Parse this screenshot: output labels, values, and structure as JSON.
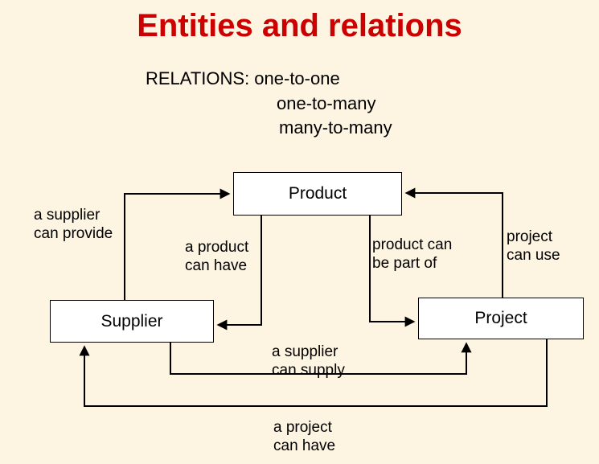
{
  "title": "Entities and relations",
  "relations": {
    "line1": "RELATIONS: one-to-one",
    "line2": "one-to-many",
    "line3": "many-to-many"
  },
  "entities": {
    "product": "Product",
    "supplier": "Supplier",
    "project": "Project"
  },
  "connectors": {
    "supplier_provide": "a supplier\ncan provide",
    "product_have": "a product\ncan have",
    "product_partof": "product can\nbe part of",
    "project_use": "project\ncan use",
    "supplier_supply": "a supplier\ncan supply",
    "project_have": "a project\ncan have"
  },
  "colors": {
    "background": "#fdf4e1",
    "title": "#cc0000",
    "line": "#000000",
    "box_fill": "#ffffff"
  }
}
